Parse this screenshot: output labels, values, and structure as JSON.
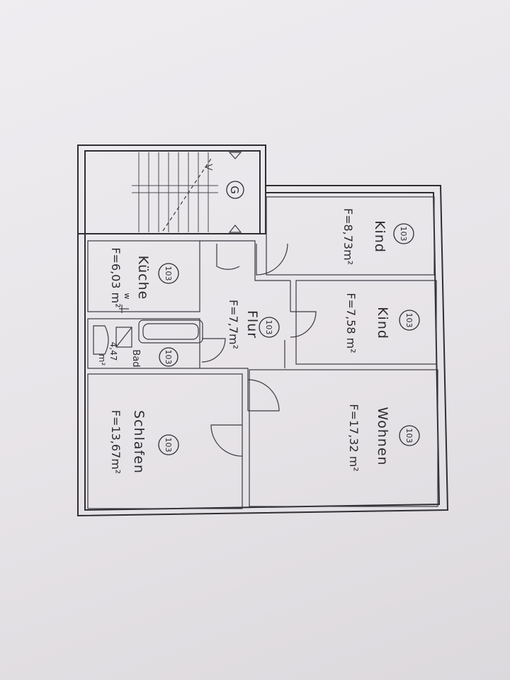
{
  "stair": {
    "label": "G"
  },
  "room_number": "103",
  "rooms": [
    {
      "id": "kind-top",
      "name": "Kind",
      "area": "F=8,73m²"
    },
    {
      "id": "kind-mid",
      "name": "Kind",
      "area": "F=7,58 m²"
    },
    {
      "id": "wohnen",
      "name": "Wohnen",
      "area": "F=17,32 m²"
    },
    {
      "id": "flur",
      "name": "Flur",
      "area": "F=7,7m²"
    },
    {
      "id": "kueche",
      "name": "Küche",
      "area": "F=6,03 m²",
      "extra": "w"
    },
    {
      "id": "bad",
      "name": "Bad",
      "area": "4,47",
      "unit": "m²"
    },
    {
      "id": "schlafen",
      "name": "Schlafen",
      "area": "F=13,67m²"
    }
  ]
}
